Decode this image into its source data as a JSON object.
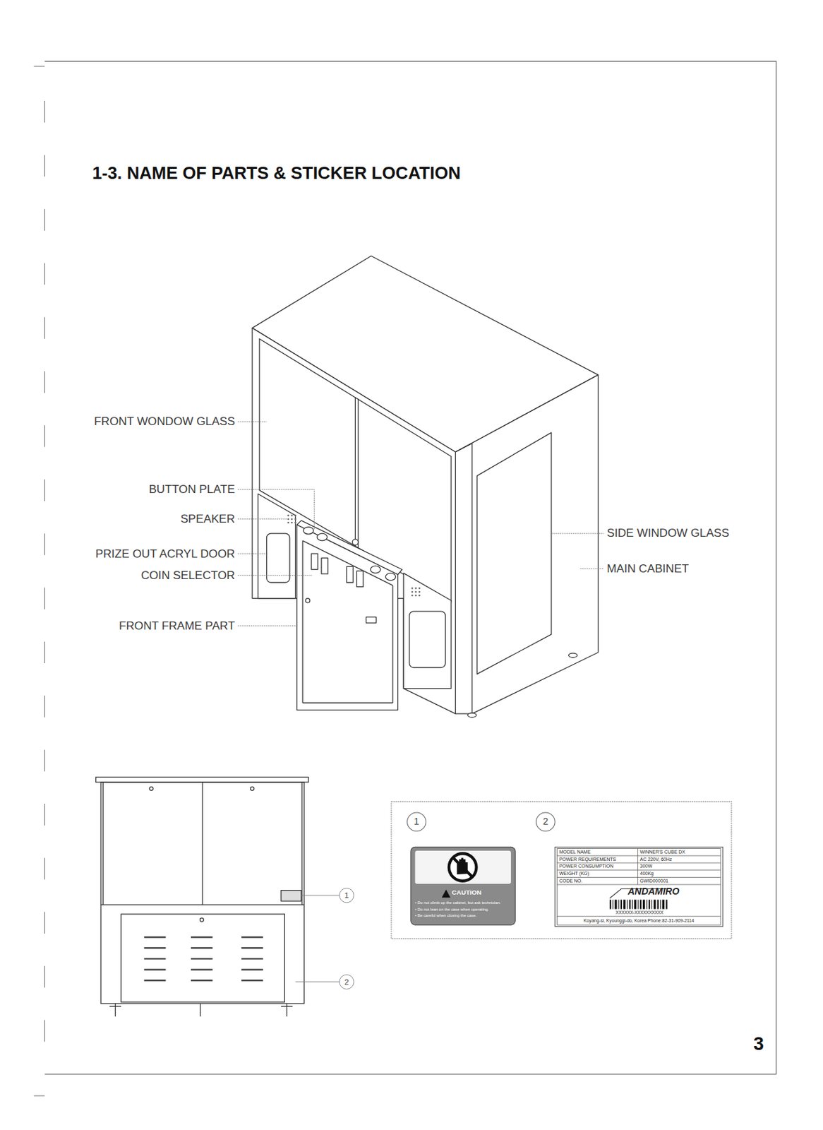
{
  "diagram": {
    "title": "1-3. NAME OF PARTS & STICKER LOCATION",
    "labels": [
      "FRONT WONDOW GLASS",
      "BUTTON PLATE",
      "SPEAKER",
      "PRIZE OUT ACRYL DOOR",
      "COIN SELECTOR",
      "FRONT FRAME PART",
      "SIDE WINDOW GLASS",
      "MAIN CABINET",
      "1",
      "2",
      "1",
      "2",
      "CAUTION",
      "• Do not climb up the cabinet, but ask technician.",
      "• Do not lean on the case when operating.",
      "• Be careful when closing the case.",
      "MODEL NAME",
      "WINNER'S CUBE DX",
      "POWER REQUIREMENTS",
      "AC 220V, 60Hz",
      "POWER CONSUMPTION",
      "300W",
      "WEIGHT (KG)",
      "400Kg",
      "CODE NO.",
      "GWID000001",
      "ANDAMIRO",
      "XXXXXX-XXXXXXXXXX",
      "Koyang-si, Kyounggi-do, Korea  Phone:82-31-909-2114",
      "3"
    ]
  }
}
